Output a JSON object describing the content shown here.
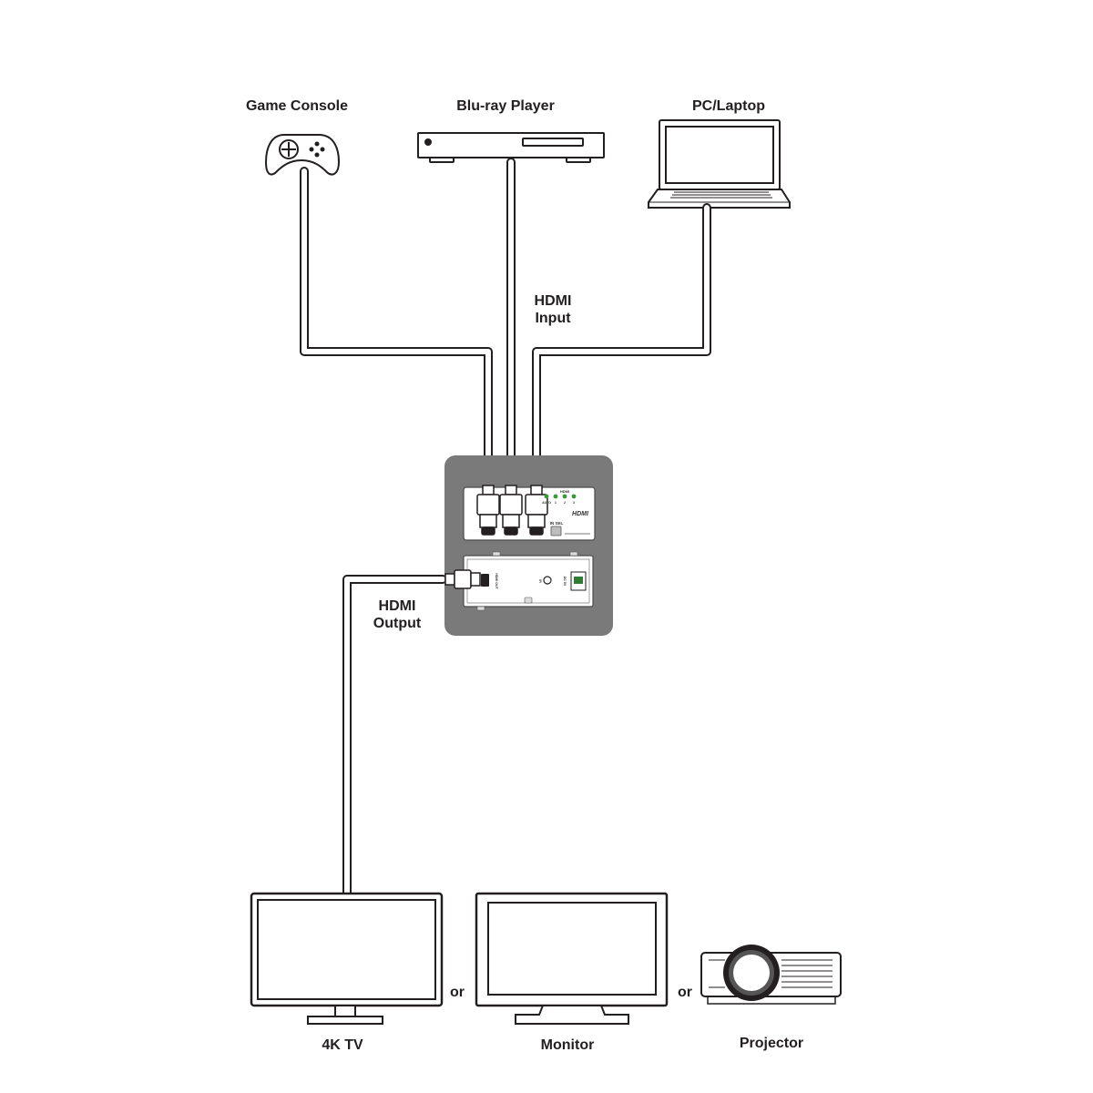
{
  "sources": {
    "game_console": "Game Console",
    "bluray_player": "Blu-ray Player",
    "pc_laptop": "PC/Laptop"
  },
  "hdmi_input": {
    "line1": "HDMI",
    "line2": "Input"
  },
  "hdmi_output": {
    "line1": "HDMI",
    "line2": "Output"
  },
  "switch_panel": {
    "brand_logo": "HDMI",
    "in_sel_label": "IN SEL",
    "led_header": "HDMI",
    "led_labels": [
      "AUTO",
      "1",
      "2",
      "3"
    ],
    "rear_hdmi_out": "HDMI OUT",
    "rear_ir_label": "IR",
    "rear_dc_label": "DC 5V"
  },
  "displays": {
    "tv": "4K TV",
    "monitor": "Monitor",
    "projector": "Projector"
  },
  "connectors": {
    "or_1": "or",
    "or_2": "or"
  },
  "colors": {
    "cable_fill": "#ffffff",
    "cable_outline": "#231f20",
    "plate": "#7a7a7a",
    "led": "#3a9a3a",
    "text": "#231f20"
  }
}
